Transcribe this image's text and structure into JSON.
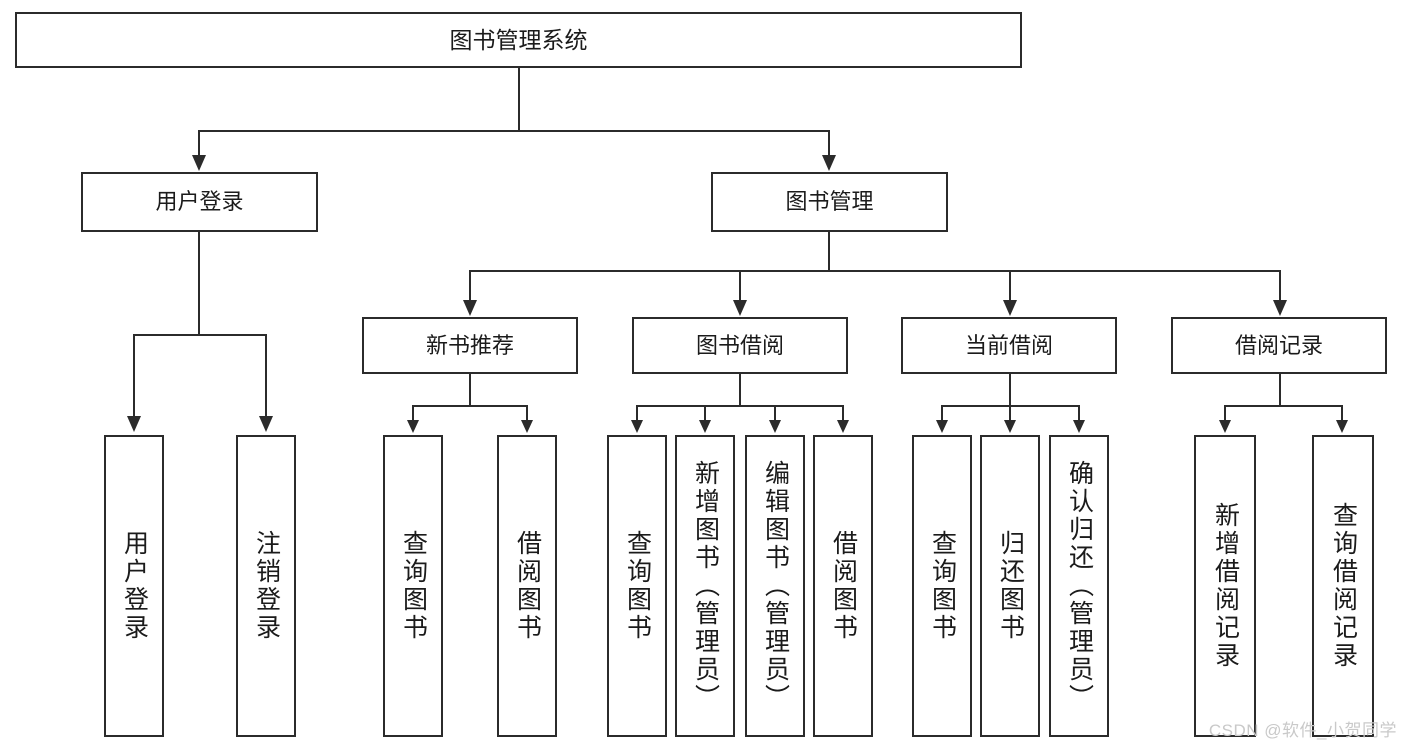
{
  "diagram": {
    "title": "图书管理系统",
    "watermark": "CSDN @软件_小贺同学",
    "colors": {
      "stroke": "#2b2b2b",
      "background": "#ffffff",
      "text": "#1b1b1b",
      "watermark": "#c9c9c9"
    },
    "root": {
      "label": "图书管理系统"
    },
    "level2": [
      {
        "label": "用户登录"
      },
      {
        "label": "图书管理"
      }
    ],
    "level3": [
      {
        "label": "新书推荐"
      },
      {
        "label": "图书借阅"
      },
      {
        "label": "当前借阅"
      },
      {
        "label": "借阅记录"
      }
    ],
    "leaves": {
      "user_login": [
        {
          "label": "用户登录"
        },
        {
          "label": "注销登录"
        }
      ],
      "new_book_recommend": [
        {
          "label": "查询图书"
        },
        {
          "label": "借阅图书"
        }
      ],
      "book_borrow": [
        {
          "label": "查询图书"
        },
        {
          "label": "新增图书（管理员）"
        },
        {
          "label": "编辑图书（管理员）"
        },
        {
          "label": "借阅图书"
        }
      ],
      "current_borrow": [
        {
          "label": "查询图书"
        },
        {
          "label": "归还图书"
        },
        {
          "label": "确认归还（管理员）"
        }
      ],
      "borrow_record": [
        {
          "label": "新增借阅记录"
        },
        {
          "label": "查询借阅记录"
        }
      ]
    }
  }
}
